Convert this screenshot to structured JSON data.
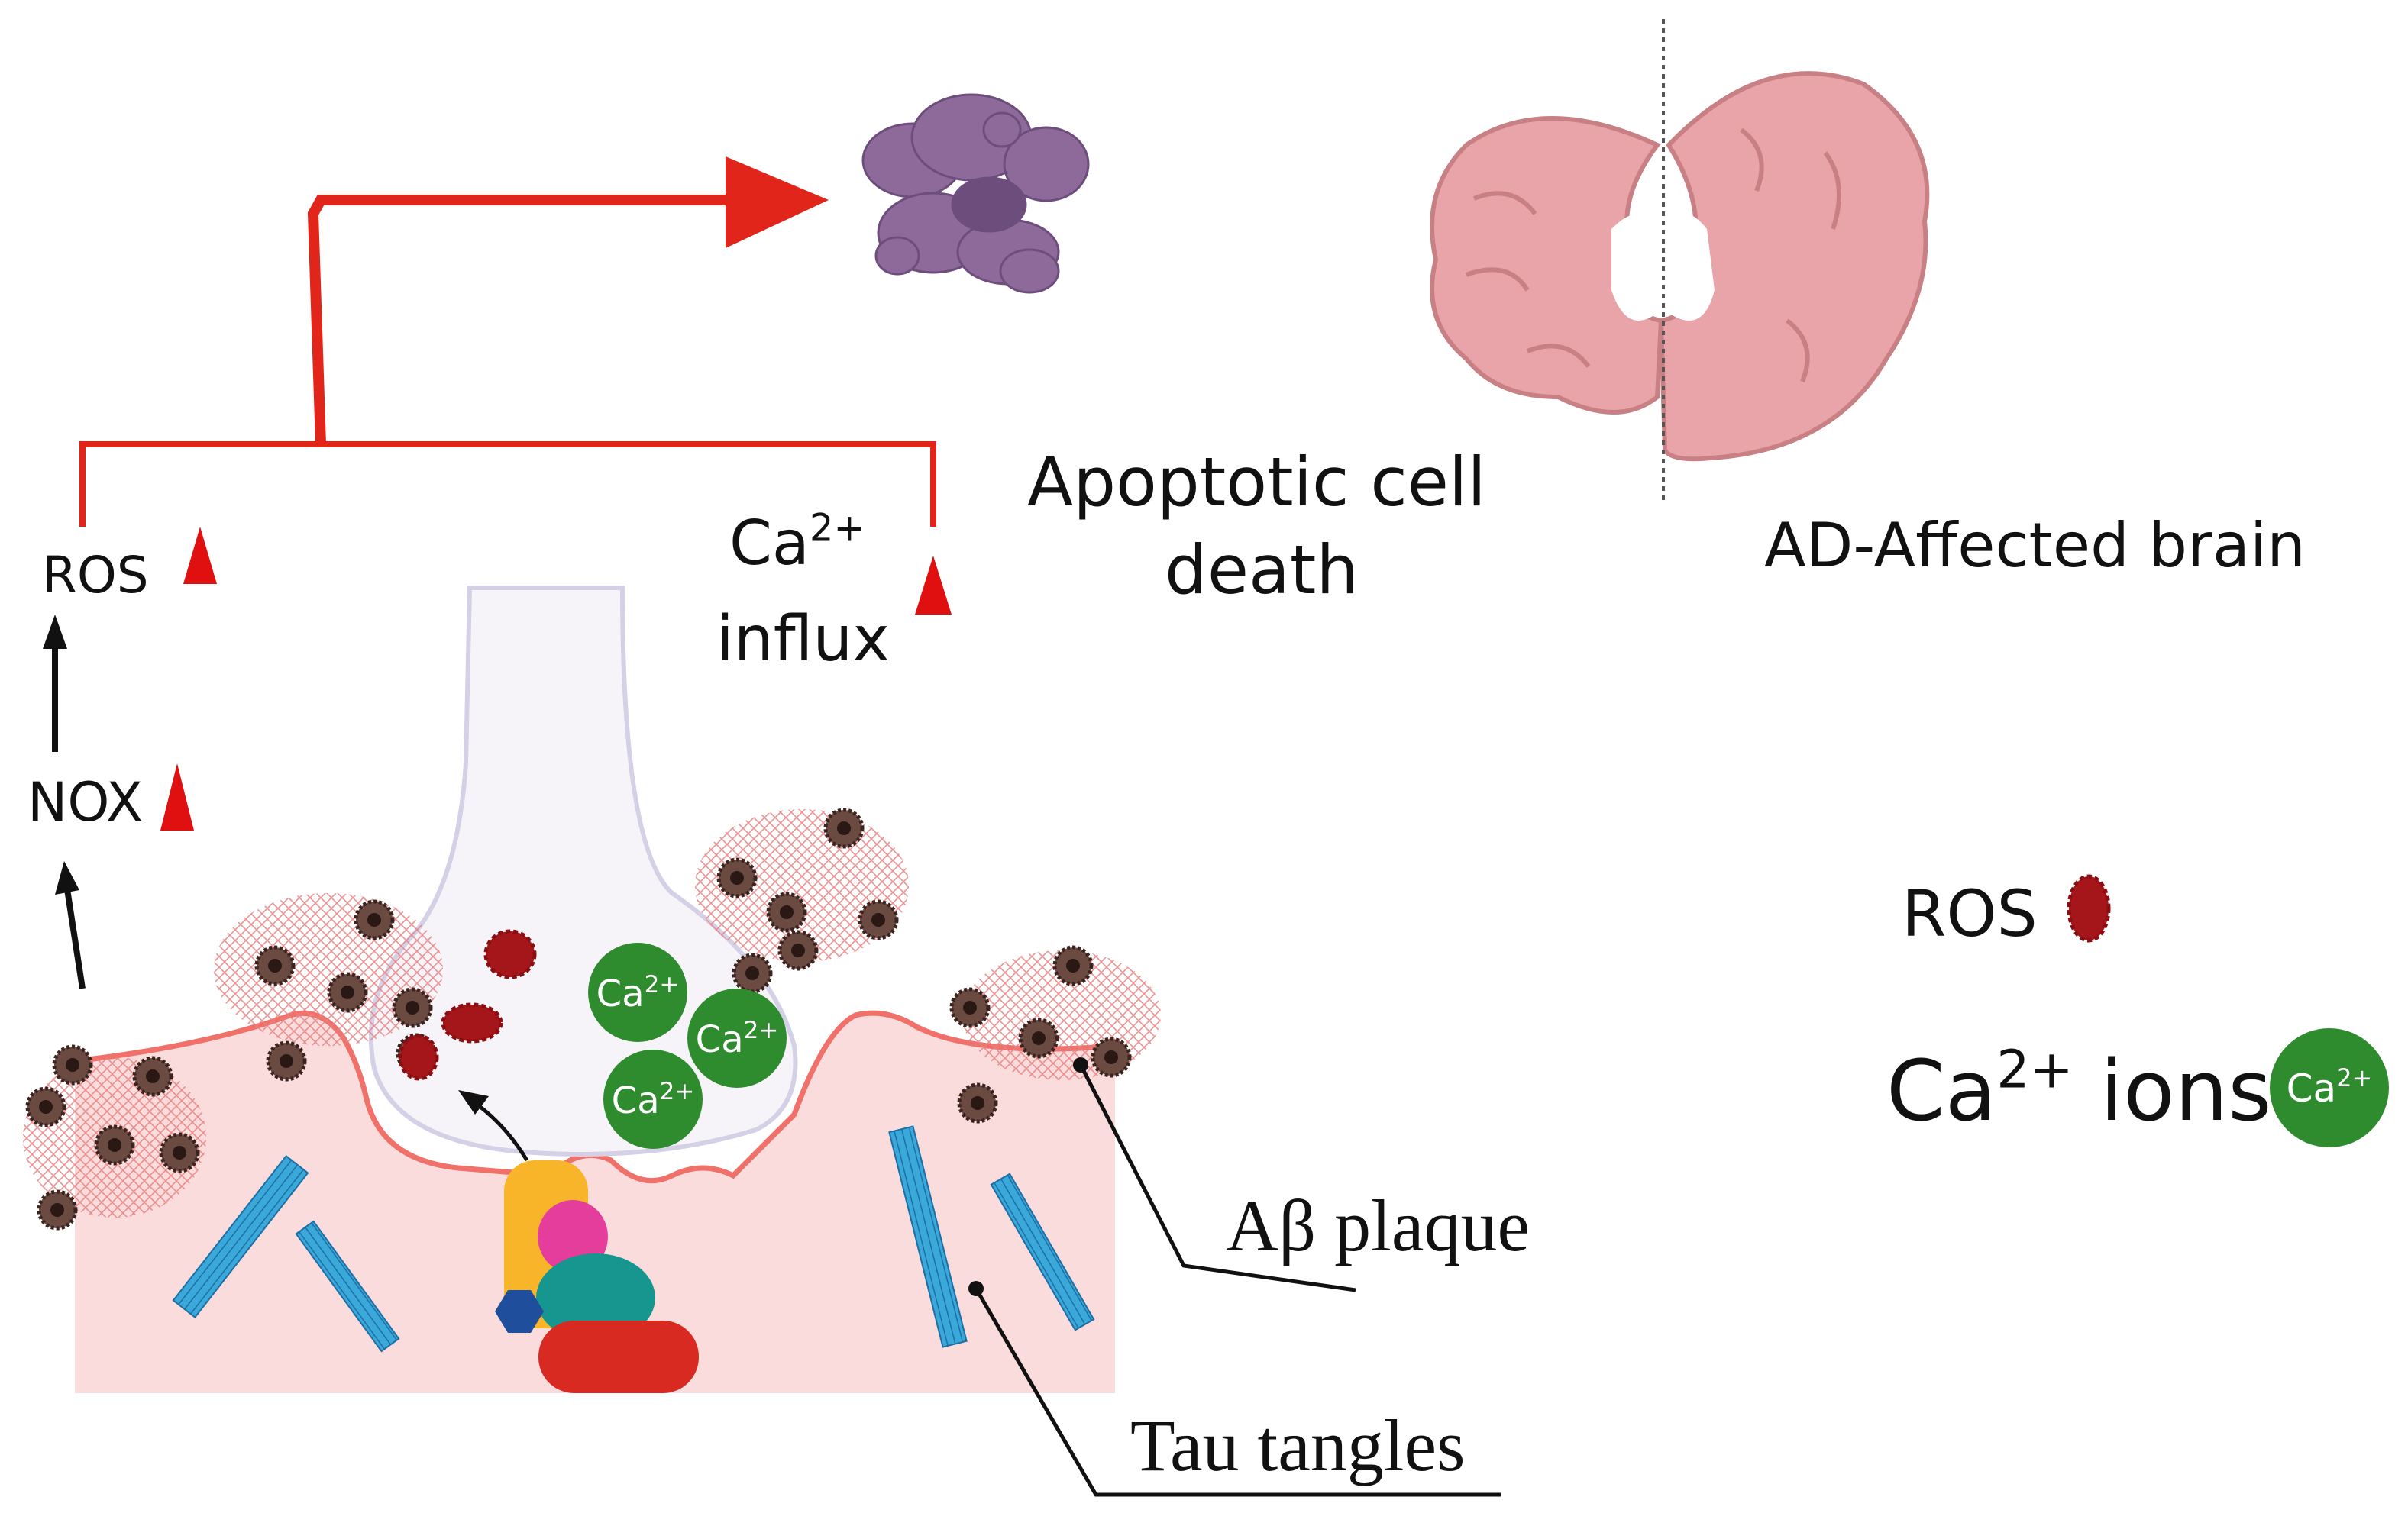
{
  "labels": {
    "ros_left": "ROS",
    "nox": "NOX",
    "ca_base": "Ca",
    "ca_sup": "2+",
    "influx": "influx",
    "apoptotic_line1": "Apoptotic cell",
    "apoptotic_line2": "death",
    "ad_brain": "AD-Affected brain",
    "abeta_plaque": "Aβ plaque",
    "tau_tangles": "Tau tangles"
  },
  "legend": {
    "ros_label": "ROS",
    "ca_base": "Ca",
    "ca_sup": "2+",
    "ca_suffix": " ions"
  },
  "ion_badge": {
    "base": "Ca",
    "sup": "2+"
  },
  "colors": {
    "pathway_red": "#e1251b",
    "indicator_red": "#e01010",
    "ros_dark_red": "#a5161a",
    "calcium_green": "#2e8b2e",
    "tissue_pink": "#fbdcdc",
    "membrane": "#f0706a",
    "apoptotic_purple": "#8e6a9a",
    "brain_pink": "#e8a4a8",
    "tau_blue": "#3aa8d8"
  }
}
